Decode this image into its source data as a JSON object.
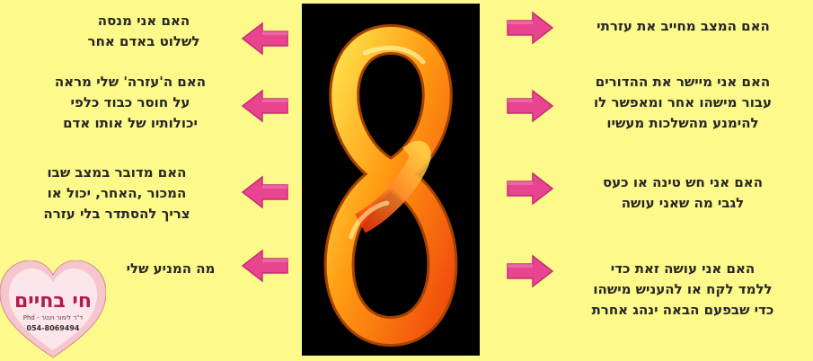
{
  "left_questions": [
    {
      "lines": [
        "האם אני מנסה",
        "לשלוט באדם אחר"
      ]
    },
    {
      "lines": [
        "האם ה'עזרה' שלי מראה",
        "על חוסר כבוד כלפי",
        "יכולותיו של אותו אדם"
      ]
    },
    {
      "lines": [
        "האם מדובר במצב שבו",
        "המכור ,האחר, יכול או",
        "צריך להסתדר בלי עזרה"
      ]
    },
    {
      "lines": [
        "מה המניע שלי"
      ]
    }
  ],
  "right_questions": [
    {
      "lines": [
        "האם המצב מחייב את עזרתי"
      ]
    },
    {
      "lines": [
        "האם אני מיישר את ההדורים",
        "עבור מישהו אחר ומאפשר לו",
        "להימנע מהשלכות מעשיו"
      ]
    },
    {
      "lines": [
        "האם אני חש טינה או כעס",
        "לגבי מה שאני עושה"
      ]
    },
    {
      "lines": [
        "האם אני עושה זאת כדי",
        "ללמד לקח או להעניש מישהו",
        "כדי שבפעם הבאה ינהג אחרת"
      ]
    }
  ],
  "center": {
    "symbol": "8"
  },
  "logo": {
    "title": "חי בחיים",
    "name": "ד\"ר לימור וינטר - Phd",
    "phone": "054-8069494"
  },
  "colors": {
    "background": "#fdf98a",
    "arrow": "#e8448f",
    "panel": "#000000",
    "text": "#262626"
  }
}
